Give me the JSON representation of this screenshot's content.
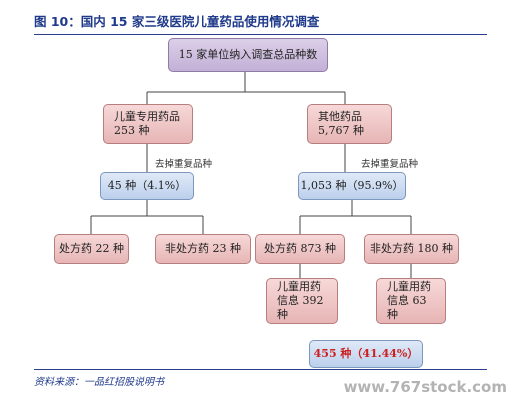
{
  "header": {
    "title": "图 10：国内 15 家三级医院儿童药品使用情况调查"
  },
  "nodes": {
    "root": "15 家单位纳入调查总品种数",
    "children_drugs": "儿童专用药品 253 种",
    "other_drugs": "其他药品 5,767 种",
    "children_unique": "45 种（4.1%）",
    "other_unique": "1,053 种（95.9%）",
    "rx_22": "处方药 22 种",
    "otc_23": "非处方药 23 种",
    "rx_873": "处方药 873 种",
    "otc_180": "非处方药 180 种",
    "info_392": "儿童用药信息 392 种",
    "info_63": "儿童用药信息 63 种",
    "total_455": "455 种（41.44%）"
  },
  "notes": {
    "dedup_left": "去掉重复品种",
    "dedup_right": "去掉重复品种"
  },
  "footer": {
    "source": "资料来源：一品红招股说明书",
    "watermark": "www.767stock.com"
  }
}
